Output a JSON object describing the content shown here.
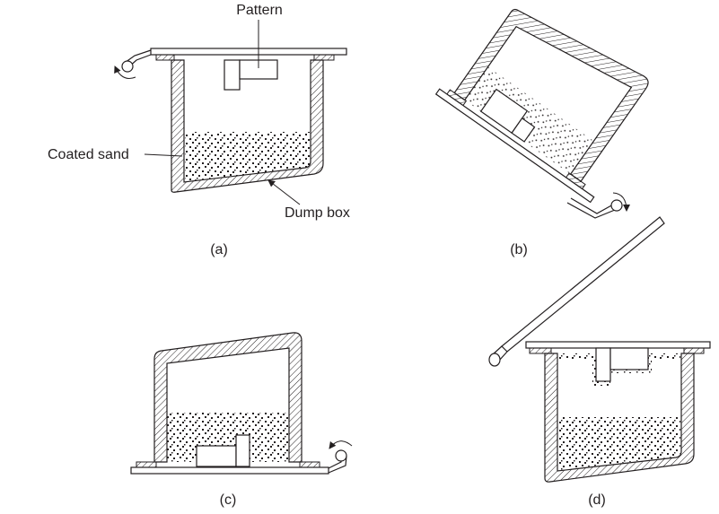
{
  "labels": {
    "pattern": "Pattern",
    "coated_sand": "Coated sand",
    "dump_box": "Dump box"
  },
  "captions": {
    "a": "(a)",
    "b": "(b)",
    "c": "(c)",
    "d": "(d)"
  },
  "colors": {
    "ink": "#231f20",
    "background": "#ffffff"
  }
}
